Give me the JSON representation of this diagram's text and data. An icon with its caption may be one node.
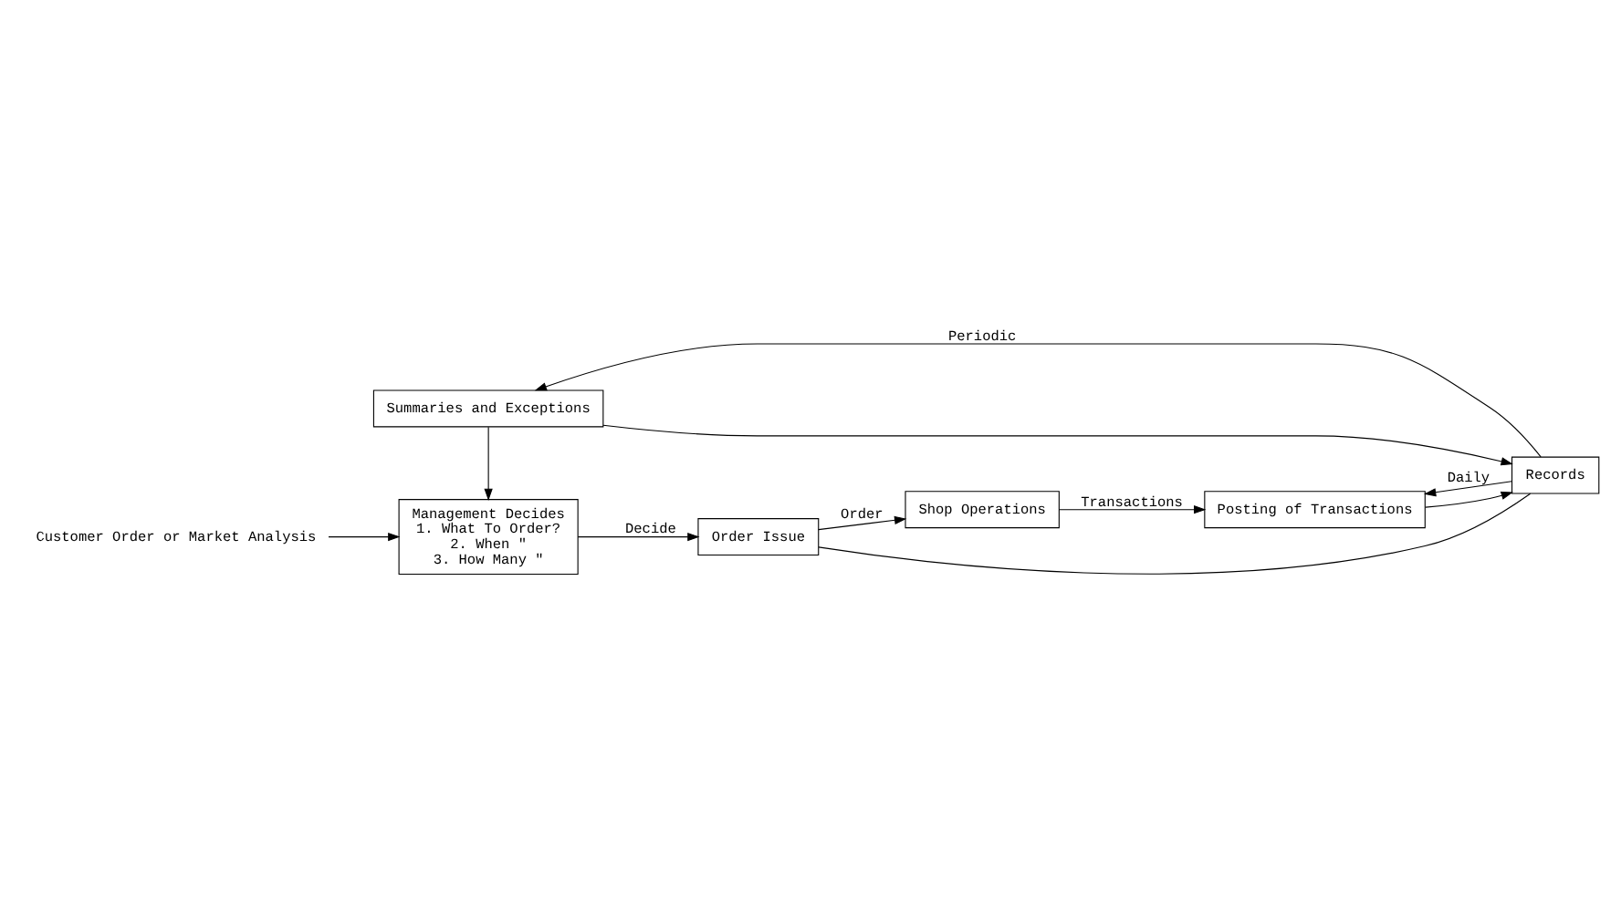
{
  "diagram": {
    "nodes": [
      {
        "text": [
          "Customer Order or Market Analysis"
        ]
      },
      {
        "text": [
          "Management Decides",
          "1. What To Order?",
          "2. When \"",
          "3. How Many \""
        ]
      },
      {
        "text": [
          "Order Issue"
        ]
      },
      {
        "text": [
          "Shop Operations"
        ]
      },
      {
        "text": [
          "Records"
        ]
      },
      {
        "text": [
          "Summaries and Exceptions"
        ]
      },
      {
        "text": [
          "Posting of Transactions"
        ]
      }
    ],
    "edges": [
      {
        "from": 0,
        "to": 1,
        "arrow": "to"
      },
      {
        "from": 1,
        "to": 2,
        "arrow": "to",
        "label": "Decide"
      },
      {
        "from": 2,
        "to": 3,
        "arrow": "to",
        "label": "Order"
      },
      {
        "from": 2,
        "to": 4,
        "arrow": "none"
      },
      {
        "from": 3,
        "to": 6,
        "arrow": "to",
        "label": "Transactions"
      },
      {
        "from": 5,
        "to": 1,
        "arrow": "to"
      },
      {
        "from": 4,
        "to": 5,
        "arrow": "to",
        "label": "Periodic"
      },
      {
        "from": 5,
        "to": 4,
        "arrow": "to"
      },
      {
        "from": 4,
        "to": 6,
        "arrow": "to",
        "label": "Daily"
      },
      {
        "from": 6,
        "to": 4,
        "arrow": "to"
      }
    ]
  }
}
